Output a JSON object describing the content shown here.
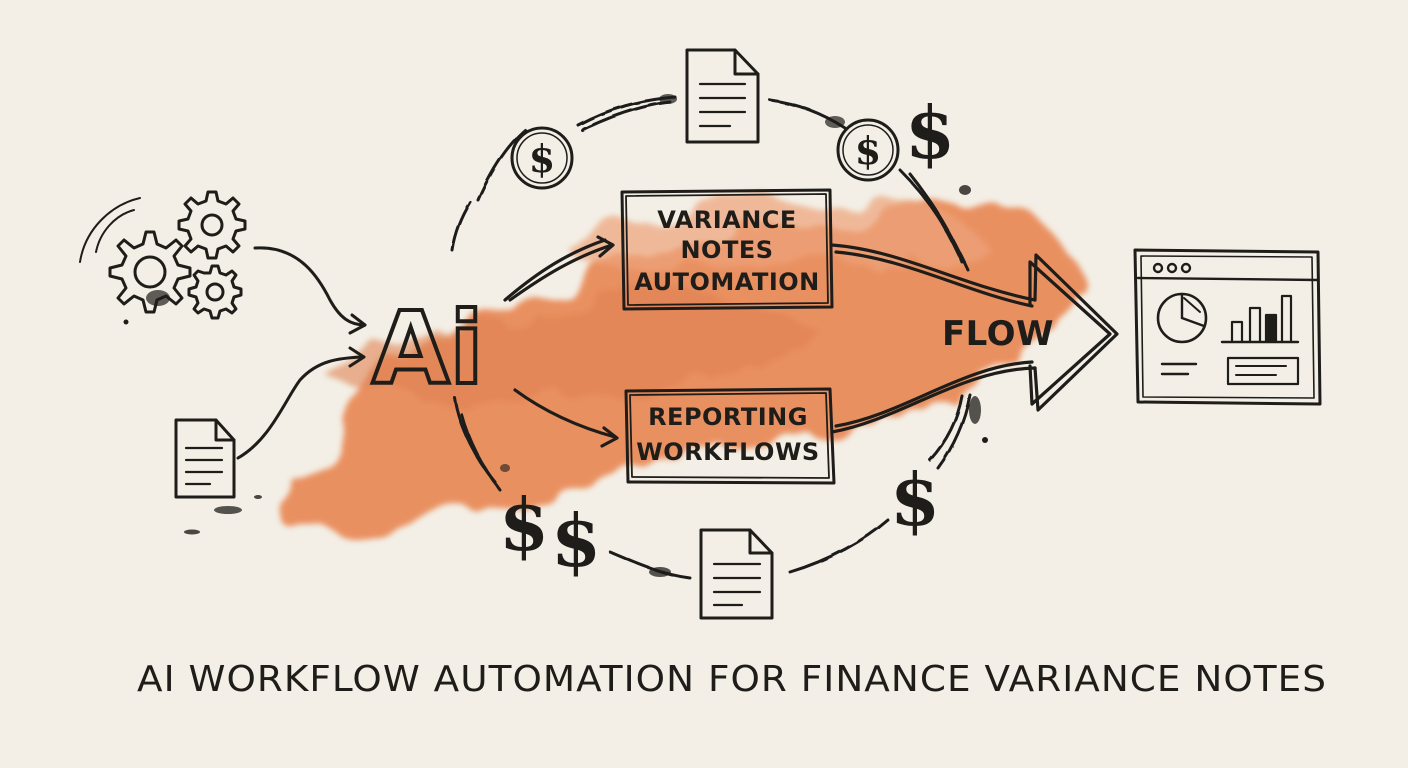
{
  "diagram": {
    "hub_label": "Ai",
    "flow_label": "FLOW",
    "box_top": {
      "line1": "VARIANCE",
      "line2": "NOTES",
      "line3": "AUTOMATION"
    },
    "box_bottom": {
      "line1": "REPORTING",
      "line2": "WORKFLOWS"
    },
    "currency_symbol": "$",
    "caption": "AI WORKFLOW AUTOMATION FOR FINANCE VARIANCE NOTES"
  },
  "colors": {
    "ink": "#1f1d1a",
    "paper": "#f3efe6",
    "watercolor": "#e8804a"
  },
  "icons": [
    "gears-icon",
    "document-icon",
    "coin-icon",
    "dollar-icon",
    "dashboard-icon",
    "arrow-icon"
  ]
}
